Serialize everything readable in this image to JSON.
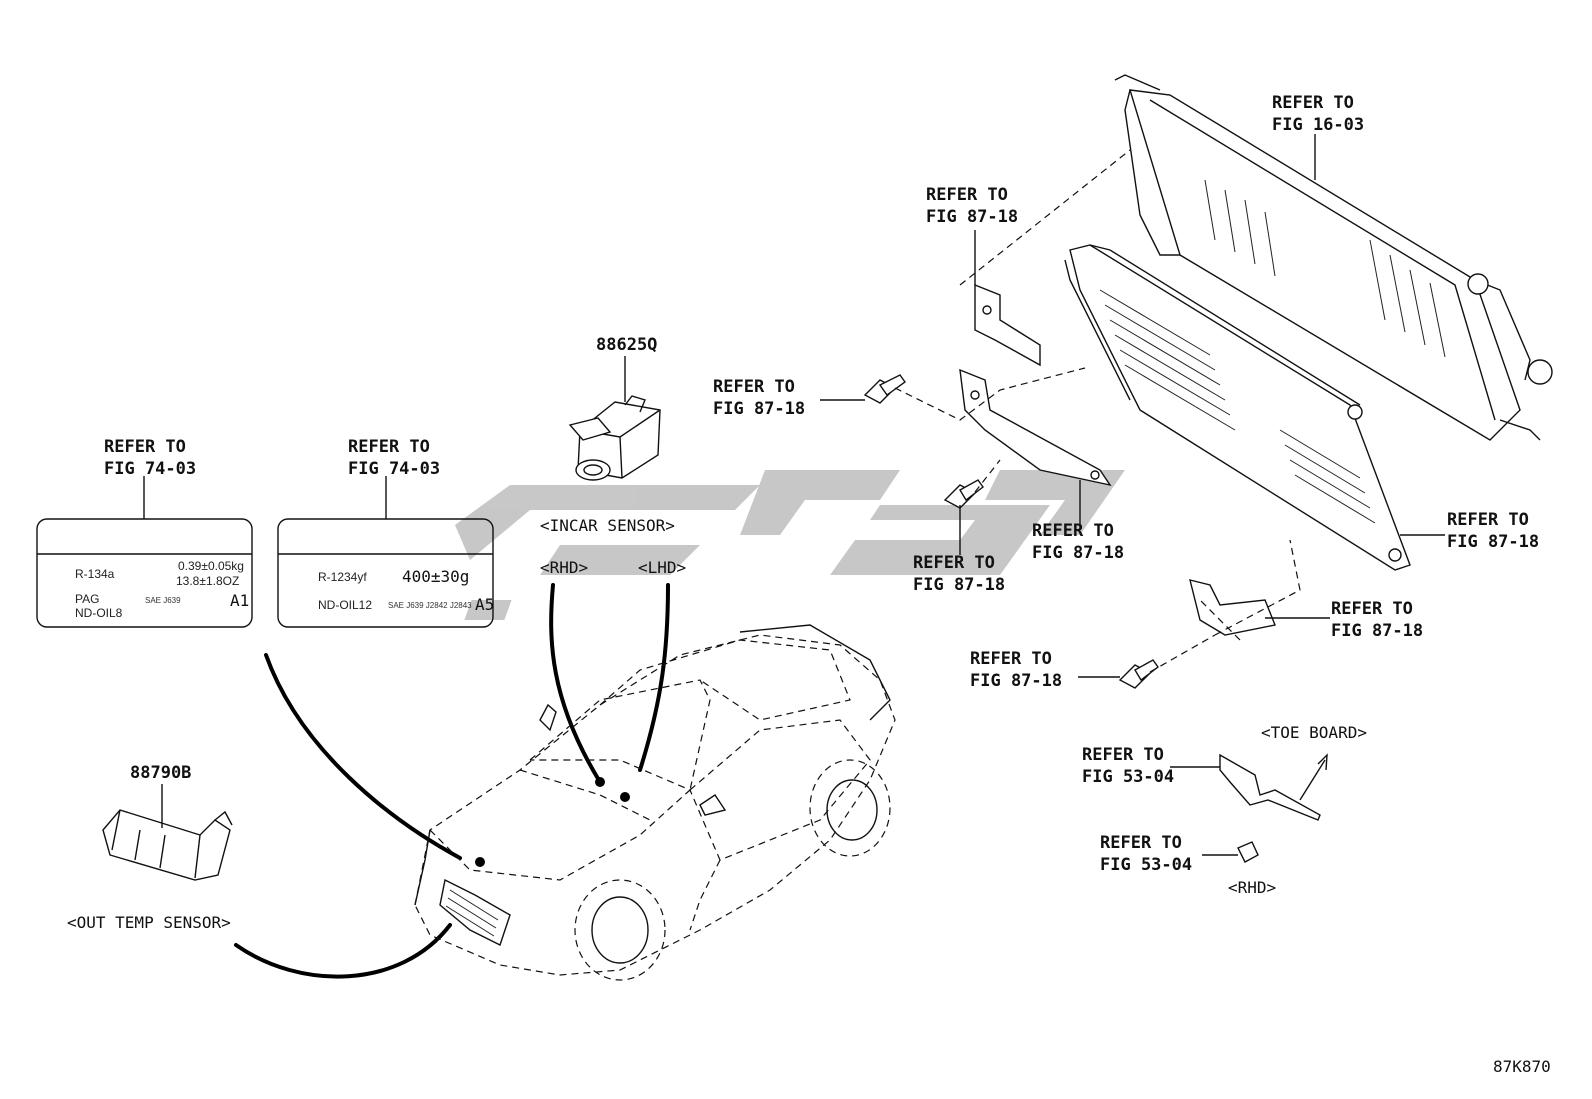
{
  "refs": {
    "fig_74_03_a": [
      "REFER TO",
      "FIG 74-03"
    ],
    "fig_74_03_b": [
      "REFER TO",
      "FIG 74-03"
    ],
    "fig_16_03": [
      "REFER TO",
      "FIG 16-03"
    ],
    "fig_87_18_bracket_top": [
      "REFER TO",
      "FIG 87-18"
    ],
    "fig_87_18_bolt_top": [
      "REFER TO",
      "FIG 87-18"
    ],
    "fig_87_18_mid": [
      "REFER TO",
      "FIG 87-18"
    ],
    "fig_87_18_bolt_mid": [
      "REFER TO",
      "FIG 87-18"
    ],
    "fig_87_18_right": [
      "REFER TO",
      "FIG 87-18"
    ],
    "fig_87_18_bracket_low": [
      "REFER TO",
      "FIG 87-18"
    ],
    "fig_87_18_bolt_low": [
      "REFER TO",
      "FIG 87-18"
    ],
    "fig_53_04_a": [
      "REFER TO",
      "FIG 53-04"
    ],
    "fig_53_04_b": [
      "REFER TO",
      "FIG 53-04"
    ]
  },
  "parts": {
    "incar_sensor_no": "88625Q",
    "out_temp_sensor_no": "88790B"
  },
  "captions": {
    "incar": "<INCAR SENSOR>",
    "rhd_1": "<RHD>",
    "lhd": "<LHD>",
    "out_temp": "<OUT TEMP SENSOR>",
    "toe_board": "<TOE BOARD>",
    "rhd_2": "<RHD>"
  },
  "label_a": {
    "refrigerant": "R-134a",
    "amount_kg": "0.39±0.05kg",
    "amount_oz": "13.8±1.8OZ",
    "oil_type": "PAG",
    "oil_code": "ND-OIL8",
    "fine_print": "SAE J639",
    "code": "A1"
  },
  "label_b": {
    "refrigerant": "R-1234yf",
    "amount": "400±30g",
    "oil_code": "ND-OIL12",
    "fine_print": "SAE J639 J2842 J2843",
    "code": "A5"
  },
  "figure_id": "87K870",
  "watermark_color": "#b5b5b5"
}
